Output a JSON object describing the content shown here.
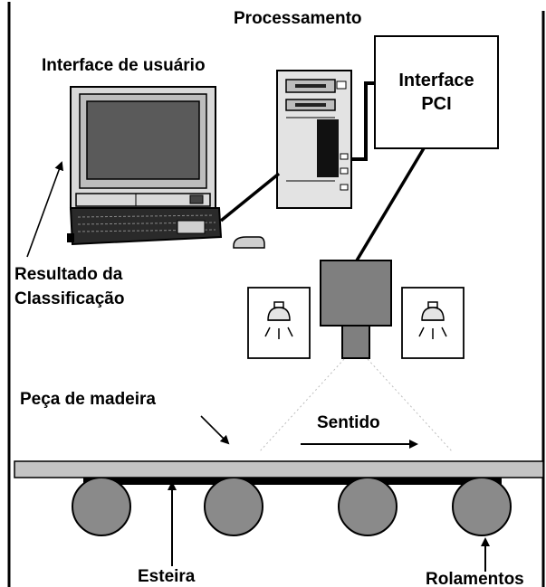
{
  "labels": {
    "processing": "Processamento",
    "user_interface": "Interface de usuário",
    "pci_line1": "Interface",
    "pci_line2": "PCI",
    "result_line1": "Resultado da",
    "result_line2": "Classificação",
    "wood_piece": "Peça de madeira",
    "direction": "Sentido",
    "belt": "Esteira",
    "rollers": "Rolamentos"
  },
  "colors": {
    "belt_board": "#c4c4c4",
    "roller": "#8a8a8a",
    "camera": "#7f7f7f",
    "screen": "#555555",
    "monitor_body": "#d4d4d4",
    "ink": "#000000"
  },
  "icons": [
    "monitor-icon",
    "keyboard-icon",
    "mouse-icon",
    "pc-tower-icon",
    "camera-icon",
    "lamp-icon",
    "arrow-icon"
  ]
}
